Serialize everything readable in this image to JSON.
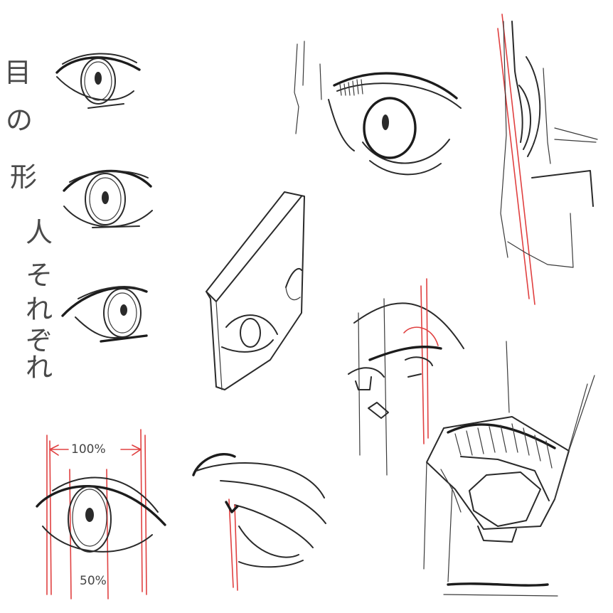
{
  "title_vertical": [
    "目",
    "の",
    "形",
    "人",
    "そ",
    "れ",
    "ぞ",
    "れ"
  ],
  "annotations": {
    "width_full": "100%",
    "width_half": "50%"
  },
  "colors": {
    "ink": "#2a2a2a",
    "guide_red": "#e04040",
    "paper": "#ffffff"
  }
}
